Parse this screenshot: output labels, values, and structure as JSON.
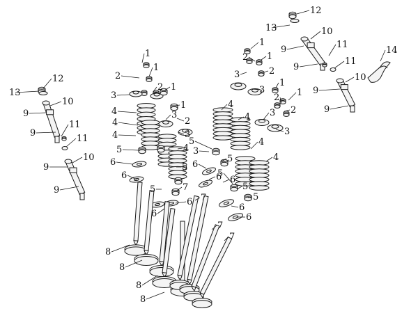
{
  "diagram": {
    "callouts": [
      "1",
      "2",
      "3",
      "4",
      "5",
      "6",
      "7",
      "8",
      "9",
      "10",
      "11",
      "12",
      "13",
      "14"
    ],
    "colors": {
      "ink": "#1a1a1a",
      "part_fill": "#f4f4f4",
      "background": "#ffffff"
    }
  }
}
